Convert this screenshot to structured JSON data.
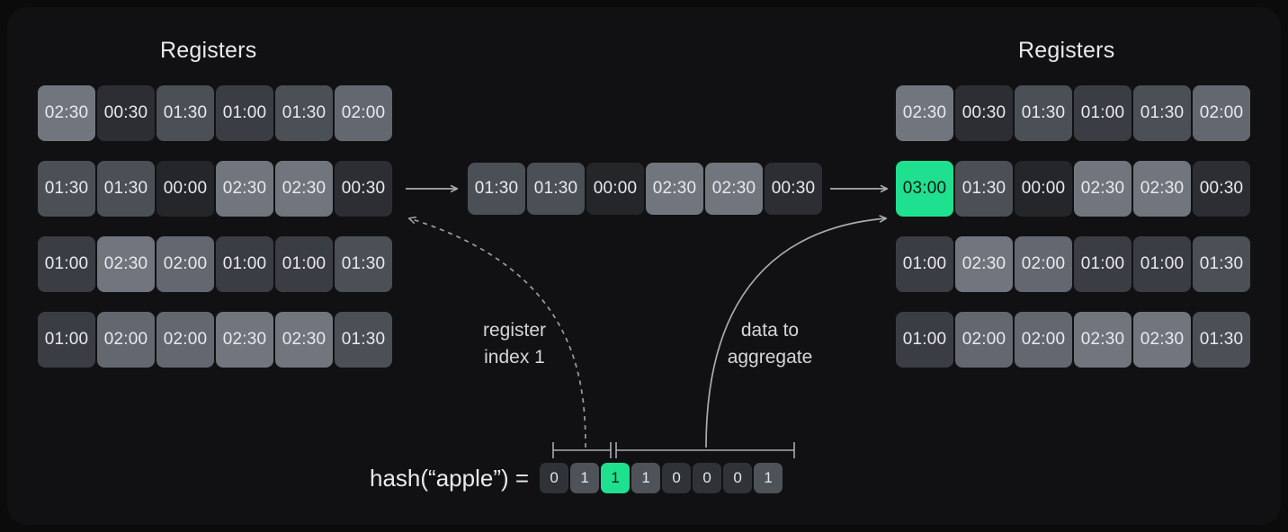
{
  "colors": {
    "background": "#0b0b0c",
    "panel": "#111113",
    "accent": "#1fe08f",
    "stroke": "#a9acb1",
    "text": "#e9eaec"
  },
  "left_grid": {
    "title": "Registers",
    "rows": [
      [
        "02:30",
        "00:30",
        "01:30",
        "01:00",
        "01:30",
        "02:00"
      ],
      [
        "01:30",
        "01:30",
        "00:00",
        "02:30",
        "02:30",
        "00:30"
      ],
      [
        "01:00",
        "02:30",
        "02:00",
        "01:00",
        "01:00",
        "01:30"
      ],
      [
        "01:00",
        "02:00",
        "02:00",
        "02:30",
        "02:30",
        "01:30"
      ]
    ],
    "highlight": null
  },
  "middle_row": {
    "values": [
      "01:30",
      "01:30",
      "00:00",
      "02:30",
      "02:30",
      "00:30"
    ],
    "source_row_index": 1
  },
  "right_grid": {
    "title": "Registers",
    "rows": [
      [
        "02:30",
        "00:30",
        "01:30",
        "01:00",
        "01:30",
        "02:00"
      ],
      [
        "03:00",
        "01:30",
        "00:00",
        "02:30",
        "02:30",
        "00:30"
      ],
      [
        "01:00",
        "02:30",
        "02:00",
        "01:00",
        "01:00",
        "01:30"
      ],
      [
        "01:00",
        "02:00",
        "02:00",
        "02:30",
        "02:30",
        "01:30"
      ]
    ],
    "highlight": {
      "row": 1,
      "col": 0,
      "value": "03:00"
    }
  },
  "callouts": {
    "register_index": "register\nindex 1",
    "data_to_aggregate": "data to\naggregate"
  },
  "hash": {
    "label": "hash(“apple”) =",
    "bits": [
      "0",
      "1",
      "1",
      "1",
      "0",
      "0",
      "0",
      "1"
    ],
    "highlight_bit_index": 2,
    "brackets": [
      {
        "name": "register-index-bits",
        "from_bit": 0,
        "to_bit": 1
      },
      {
        "name": "data-bits",
        "from_bit": 2,
        "to_bit": 7
      }
    ]
  },
  "arrows": [
    {
      "name": "extract-row-arrow",
      "style": "solid",
      "direction": "right"
    },
    {
      "name": "write-back-arrow",
      "style": "solid",
      "direction": "right"
    },
    {
      "name": "register-index-arrow",
      "style": "dashed",
      "direction": "left"
    },
    {
      "name": "data-aggregate-arrow",
      "style": "solid",
      "direction": "up-right"
    }
  ]
}
